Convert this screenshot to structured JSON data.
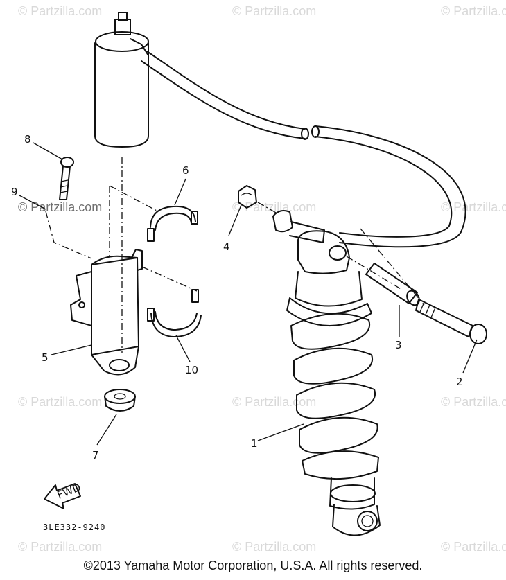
{
  "watermarks": [
    "© Partzilla.com",
    "© Partzilla.com",
    "© Partzilla.com",
    "© Partzilla.com",
    "© Partzilla.com",
    "© Partzilla.com",
    "© Partzilla.com",
    "© Partzilla.com",
    "© Partzilla.com",
    "© Partzilla.com",
    "© Partzilla.com",
    "© Partzilla.com"
  ],
  "callouts": [
    "1",
    "2",
    "3",
    "4",
    "5",
    "6",
    "7",
    "8",
    "9",
    "10"
  ],
  "fwd_label": "FWD",
  "diagram_code": "3LE332-9240",
  "copyright": "©2013  Yamaha Motor Corporation, U.S.A. All rights reserved."
}
